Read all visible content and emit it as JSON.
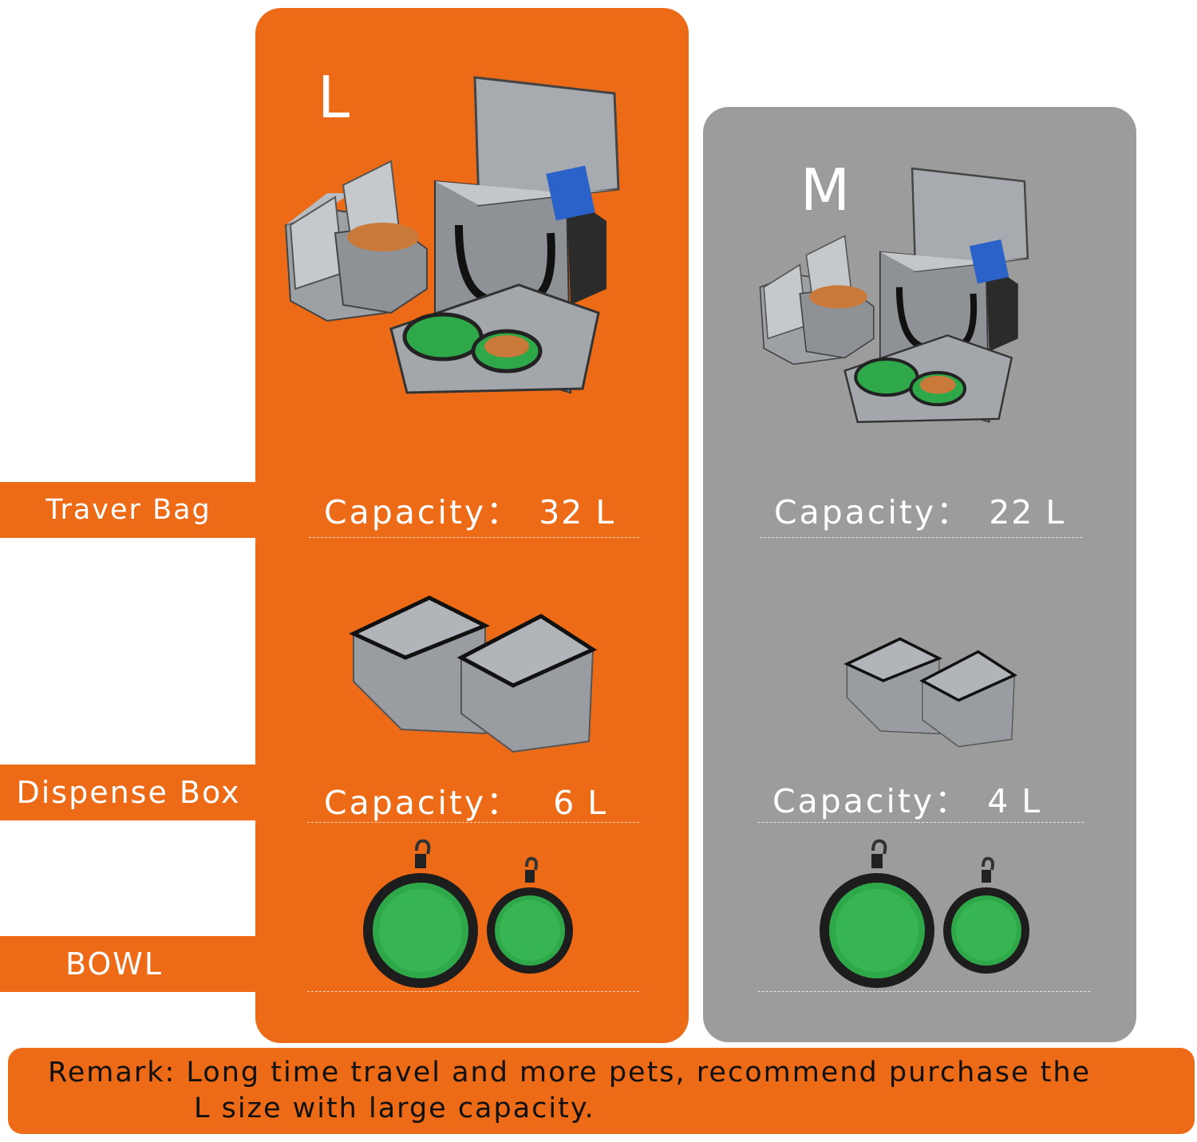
{
  "row_labels": {
    "travel_bag": "Traver Bag",
    "dispense_box": "Dispense Box",
    "bowl": "BOWL"
  },
  "columns": {
    "large": {
      "size": "L",
      "bag_capacity_label": "Capacity：",
      "bag_capacity_value": "32 L",
      "box_capacity_label": "Capacity：",
      "box_capacity_value": "6 L"
    },
    "medium": {
      "size": "M",
      "bag_capacity_label": "Capacity：",
      "bag_capacity_value": "22 L",
      "box_capacity_label": "Capacity：",
      "box_capacity_value": "4 L"
    }
  },
  "remark": {
    "line1": "Remark: Long time travel and more pets, recommend purchase the",
    "line2": "L size with large capacity."
  },
  "colors": {
    "accent_orange": "#ed6a17",
    "panel_gray": "#9c9c9c",
    "bag_gray": "#8e9296",
    "bowl_green": "#2fa84a"
  },
  "icons": [
    "travel-bag-set-image",
    "dispense-box-pair-image",
    "collapsible-bowl-pair-image"
  ]
}
